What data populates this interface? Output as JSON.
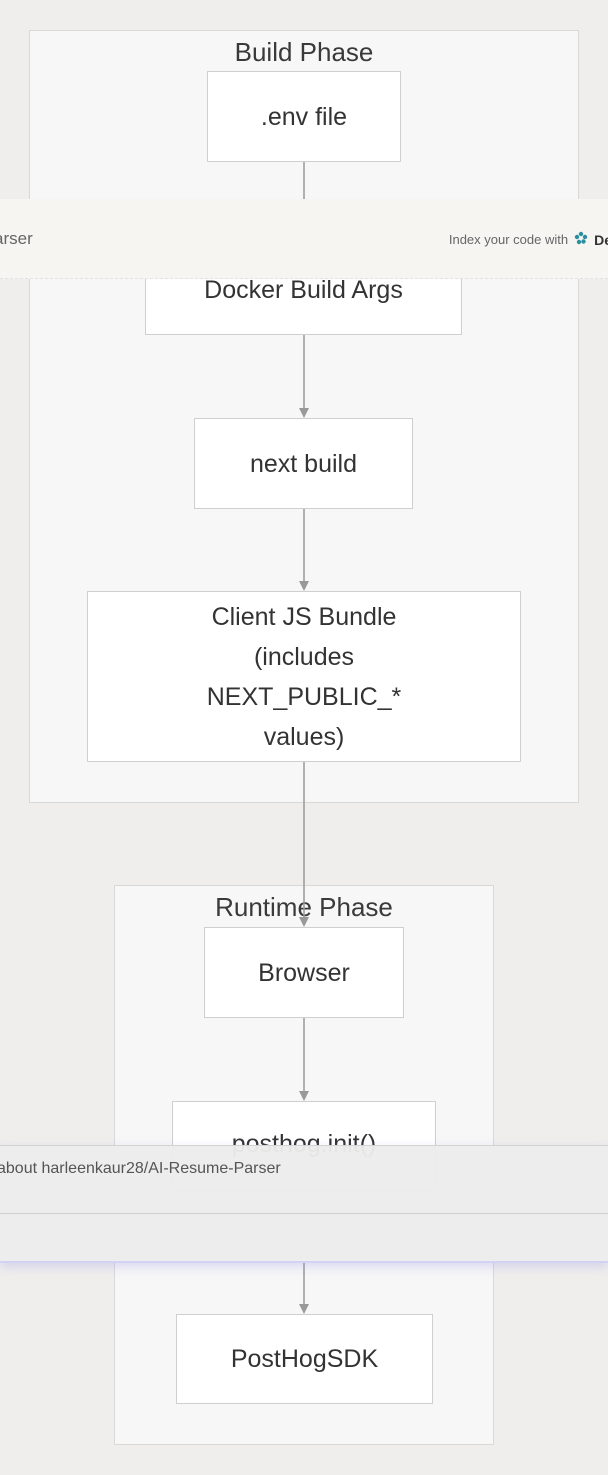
{
  "build_phase": {
    "title": "Build Phase",
    "nodes": [
      ".env file",
      "Docker Build Args",
      "next build",
      "Client JS Bundle (includes NEXT_PUBLIC_* values)"
    ]
  },
  "runtime_phase": {
    "title": "Runtime Phase",
    "nodes": [
      "Browser",
      "posthog.init()",
      "PostHogSDK"
    ]
  },
  "banner": {
    "left_text": "arser",
    "right_text": "Index your code with",
    "brand": "De"
  },
  "ask_bar": {
    "text": "about harleenkaur28/AI-Resume-Parser"
  },
  "colors": {
    "background": "#efeeec",
    "phase_fill": "#f7f7f7",
    "node_fill": "#ffffff",
    "edge": "#999999",
    "brand_teal": "#2a8fa0"
  }
}
